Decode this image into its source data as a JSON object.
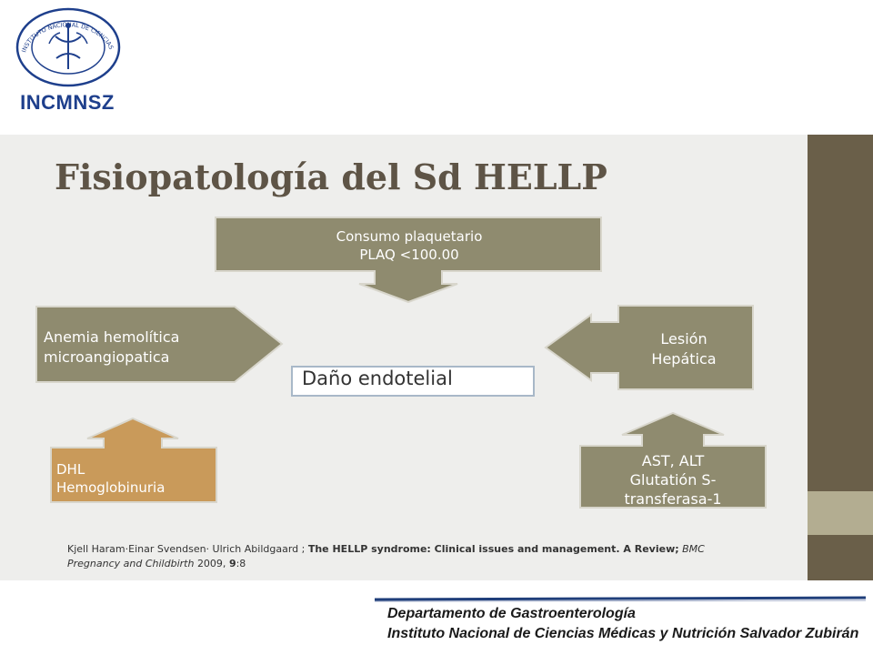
{
  "logo": {
    "seal_text": "INSTITUTO NACIONAL DE CIENCIAS MEDICAS Y NUTRICION SALVADOR ZUBIRAN",
    "abbreviation": "INCMNSZ",
    "color": "#1e3f8c"
  },
  "slide": {
    "title": "Fisiopatología del Sd HELLP",
    "boxes": {
      "top": {
        "line1": "Consumo plaquetario",
        "line2": "PLAQ <100.00"
      },
      "left": {
        "line1": "Anemia hemolítica",
        "line2": "microangiopatica"
      },
      "right": {
        "line1": "Lesión",
        "line2": "Hepática"
      },
      "bottom_left": {
        "line1": "DHL",
        "line2": "Hemoglobinuria"
      },
      "bottom_right": {
        "line1": "AST, ALT",
        "line2": "Glutatión S-",
        "line3": "transferasa-1"
      },
      "center": "Daño endotelial"
    },
    "citation": {
      "authors": "Kjell Haram·Einar Svendsen· Ulrich Abildgaard ;",
      "title": "The HELLP syndrome: Clinical issues and management. A Review;",
      "journal1": "BMC",
      "journal2": "Pregnancy and Childbirth",
      "year": "2009,",
      "volume": "9",
      "pages": ":8"
    }
  },
  "footer": {
    "line1": "Departamento de Gastroenterología",
    "line2": "Instituto Nacional de Ciencias Médicas y Nutrición Salvador Zubirán"
  },
  "colors": {
    "box_olive": "#8f8b6f",
    "box_orange": "#c99a5a",
    "side_bar": "#6a5f49",
    "side_accent": "#b3ad91",
    "footer_line": "#1f3e7a"
  }
}
